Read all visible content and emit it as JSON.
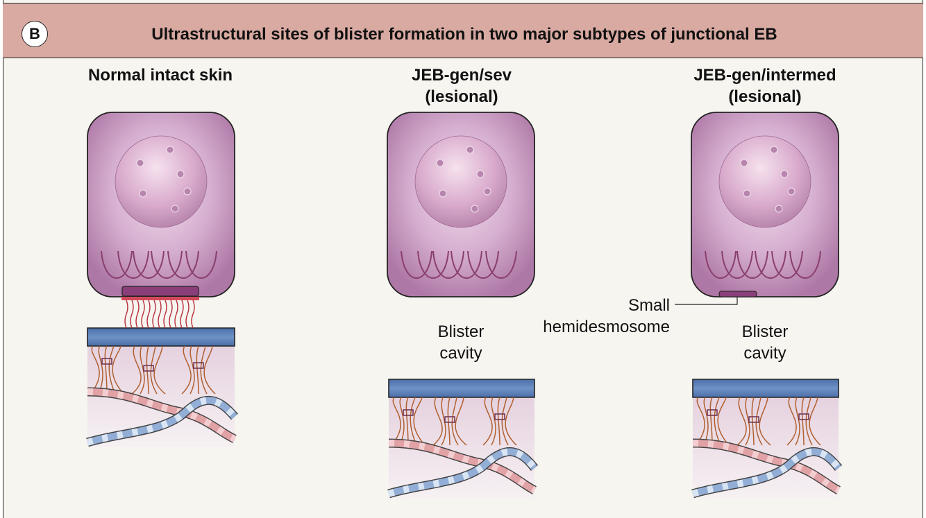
{
  "figure": {
    "panel_letter": "B",
    "title": "Ultrastructural sites of blister formation in two major subtypes of junctional EB",
    "columns": [
      {
        "title_line1": "Normal intact skin",
        "title_line2": ""
      },
      {
        "title_line1": "JEB-gen/sev",
        "title_line2": "(lesional)"
      },
      {
        "title_line1": "JEB-gen/intermed",
        "title_line2": "(lesional)"
      }
    ],
    "blister_label_line1": "Blister",
    "blister_label_line2": "cavity",
    "hemidesmosome_label_line1": "Small",
    "hemidesmosome_label_line2": "hemidesmosome"
  },
  "colors": {
    "header_bg": "#d9aaa2",
    "cell": "#b57fae",
    "cell_light": "#efd6e6",
    "membrane": "#5d80b8",
    "collagen": "#d28585",
    "fibril": "#b06030",
    "filament": "#8a3f6e"
  }
}
